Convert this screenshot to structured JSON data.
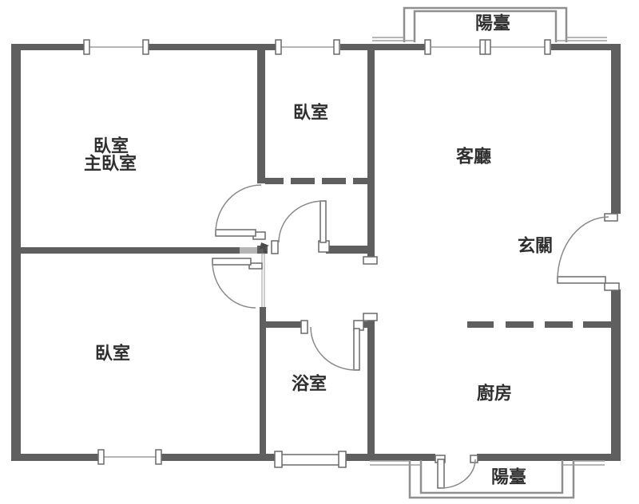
{
  "plan": {
    "type": "apartment-floor-plan",
    "colors": {
      "wall": "#5f5f5f",
      "wall_light": "#b5b5b5",
      "window_line": "#9e9e9e",
      "door_arc": "#8a8a8a",
      "railing": "#8f8f8f",
      "text": "#2f2f2f",
      "background": "#ffffff"
    },
    "rooms": {
      "master_bedroom": {
        "label_line1": "臥室",
        "label_line2": "主臥室"
      },
      "bedroom_top": {
        "label": "臥室"
      },
      "living_room": {
        "label": "客廳"
      },
      "entry": {
        "label": "玄關"
      },
      "kitchen": {
        "label": "廚房"
      },
      "bathroom": {
        "label": "浴室"
      },
      "bedroom_bottom": {
        "label": "臥室"
      },
      "balcony_top": {
        "label": "陽臺"
      },
      "balcony_bottom": {
        "label": "陽臺"
      }
    }
  }
}
